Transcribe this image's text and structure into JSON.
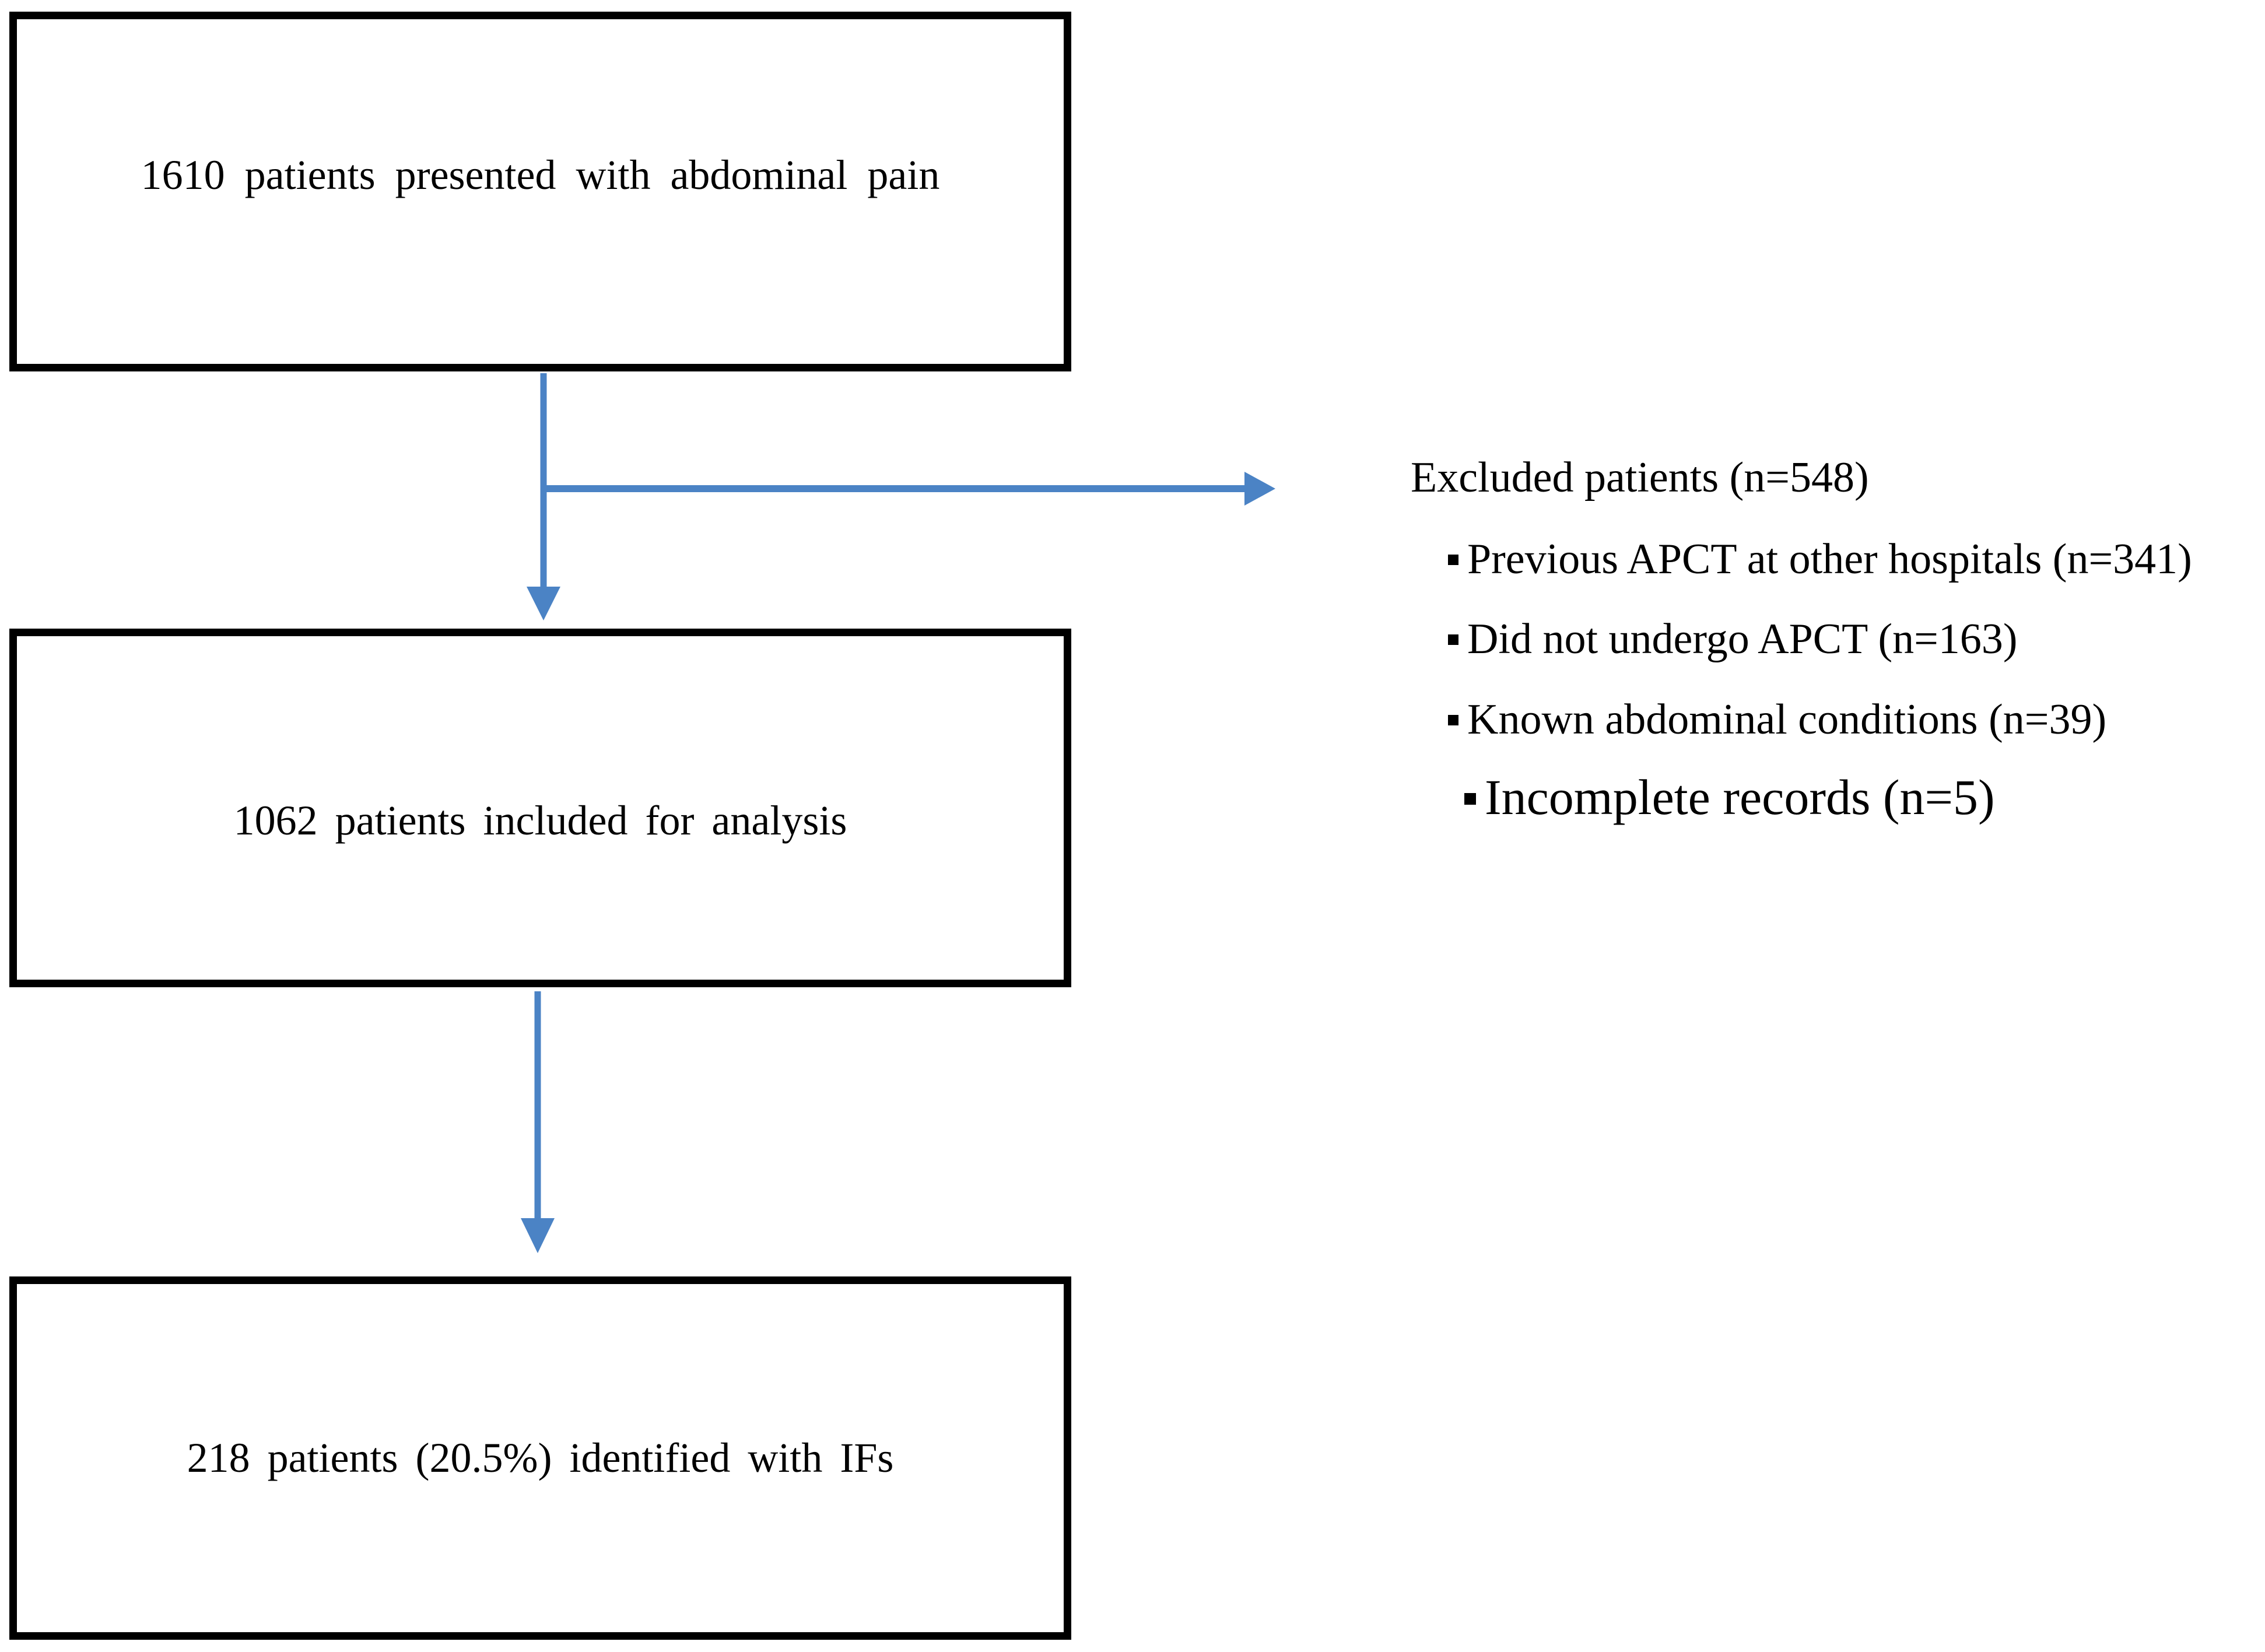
{
  "colors": {
    "background": "#ffffff",
    "box_border": "#000000",
    "text": "#000000",
    "arrow": "#4b83c5"
  },
  "boxes": {
    "presented": {
      "text": "1610 patients presented with abdominal pain"
    },
    "included": {
      "text": "1062 patients included for analysis"
    },
    "identified": {
      "text": "218 patients (20.5%) identified with IFs"
    }
  },
  "excluded": {
    "header": "Excluded patients (n=548)",
    "items": [
      "Previous APCT at other hospitals (n=341)",
      "Did not undergo APCT (n=163)",
      "Known abdominal conditions (n=39)",
      "Incomplete records (n=5)"
    ]
  }
}
